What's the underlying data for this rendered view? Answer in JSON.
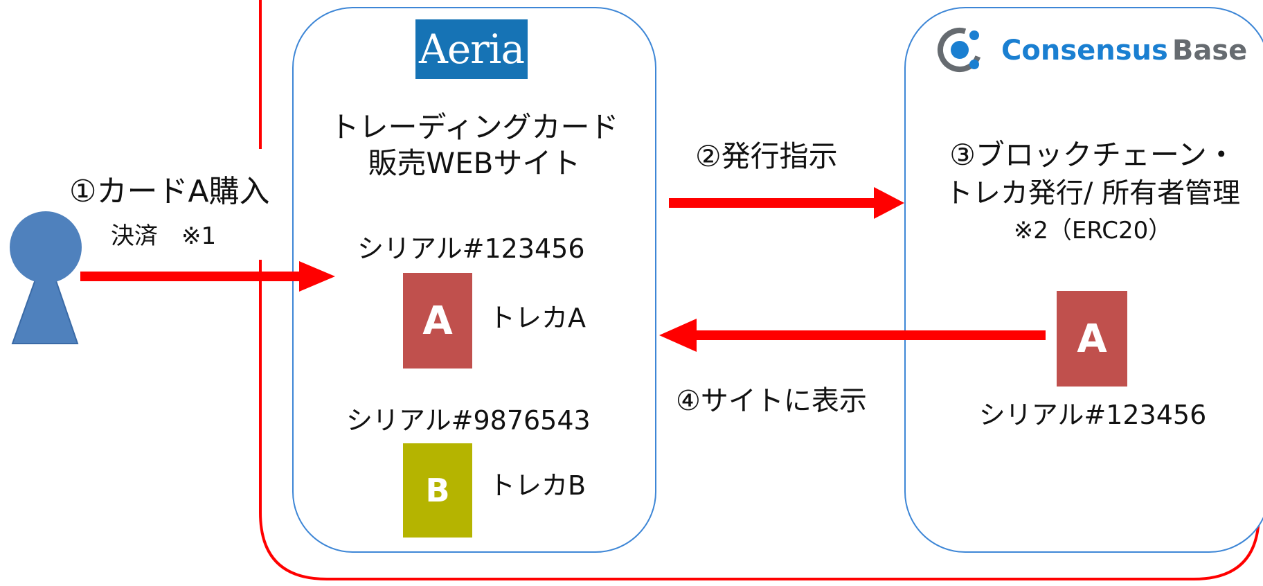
{
  "colors": {
    "accent_red": "#ff0000",
    "panel_border": "#3d86d6",
    "person_fill": "#4f81bd",
    "card_a_fill": "#c0504d",
    "card_b_fill": "#b5b400",
    "aeria_logo_bg": "#1673b5",
    "consensus_blue": "#1a7fd1",
    "consensus_gray": "#666b70"
  },
  "icons": [
    "person-icon",
    "aeria-logo",
    "consensus-base-icon"
  ],
  "step1": {
    "label": "①カードA購入",
    "sub": "決済　※1"
  },
  "website": {
    "logo": "Aeria",
    "title_line1": "トレーディングカード",
    "title_line2": "販売WEBサイト",
    "serial_a": "シリアル#123456",
    "card_a_letter": "A",
    "card_a_name": "トレカA",
    "serial_b": "シリアル#9876543",
    "card_b_letter": "B",
    "card_b_name": "トレカB"
  },
  "step2": {
    "label": "②発行指示"
  },
  "step4": {
    "label": "④サイトに表示"
  },
  "blockchain": {
    "logo_word1": "Consensus",
    "logo_word2": "Base",
    "title_line1": "③ブロックチェーン・",
    "title_line2": "トレカ発行/ 所有者管理",
    "title_line3": "※2（ERC20）",
    "card_letter": "A",
    "serial": "シリアル#123456"
  }
}
